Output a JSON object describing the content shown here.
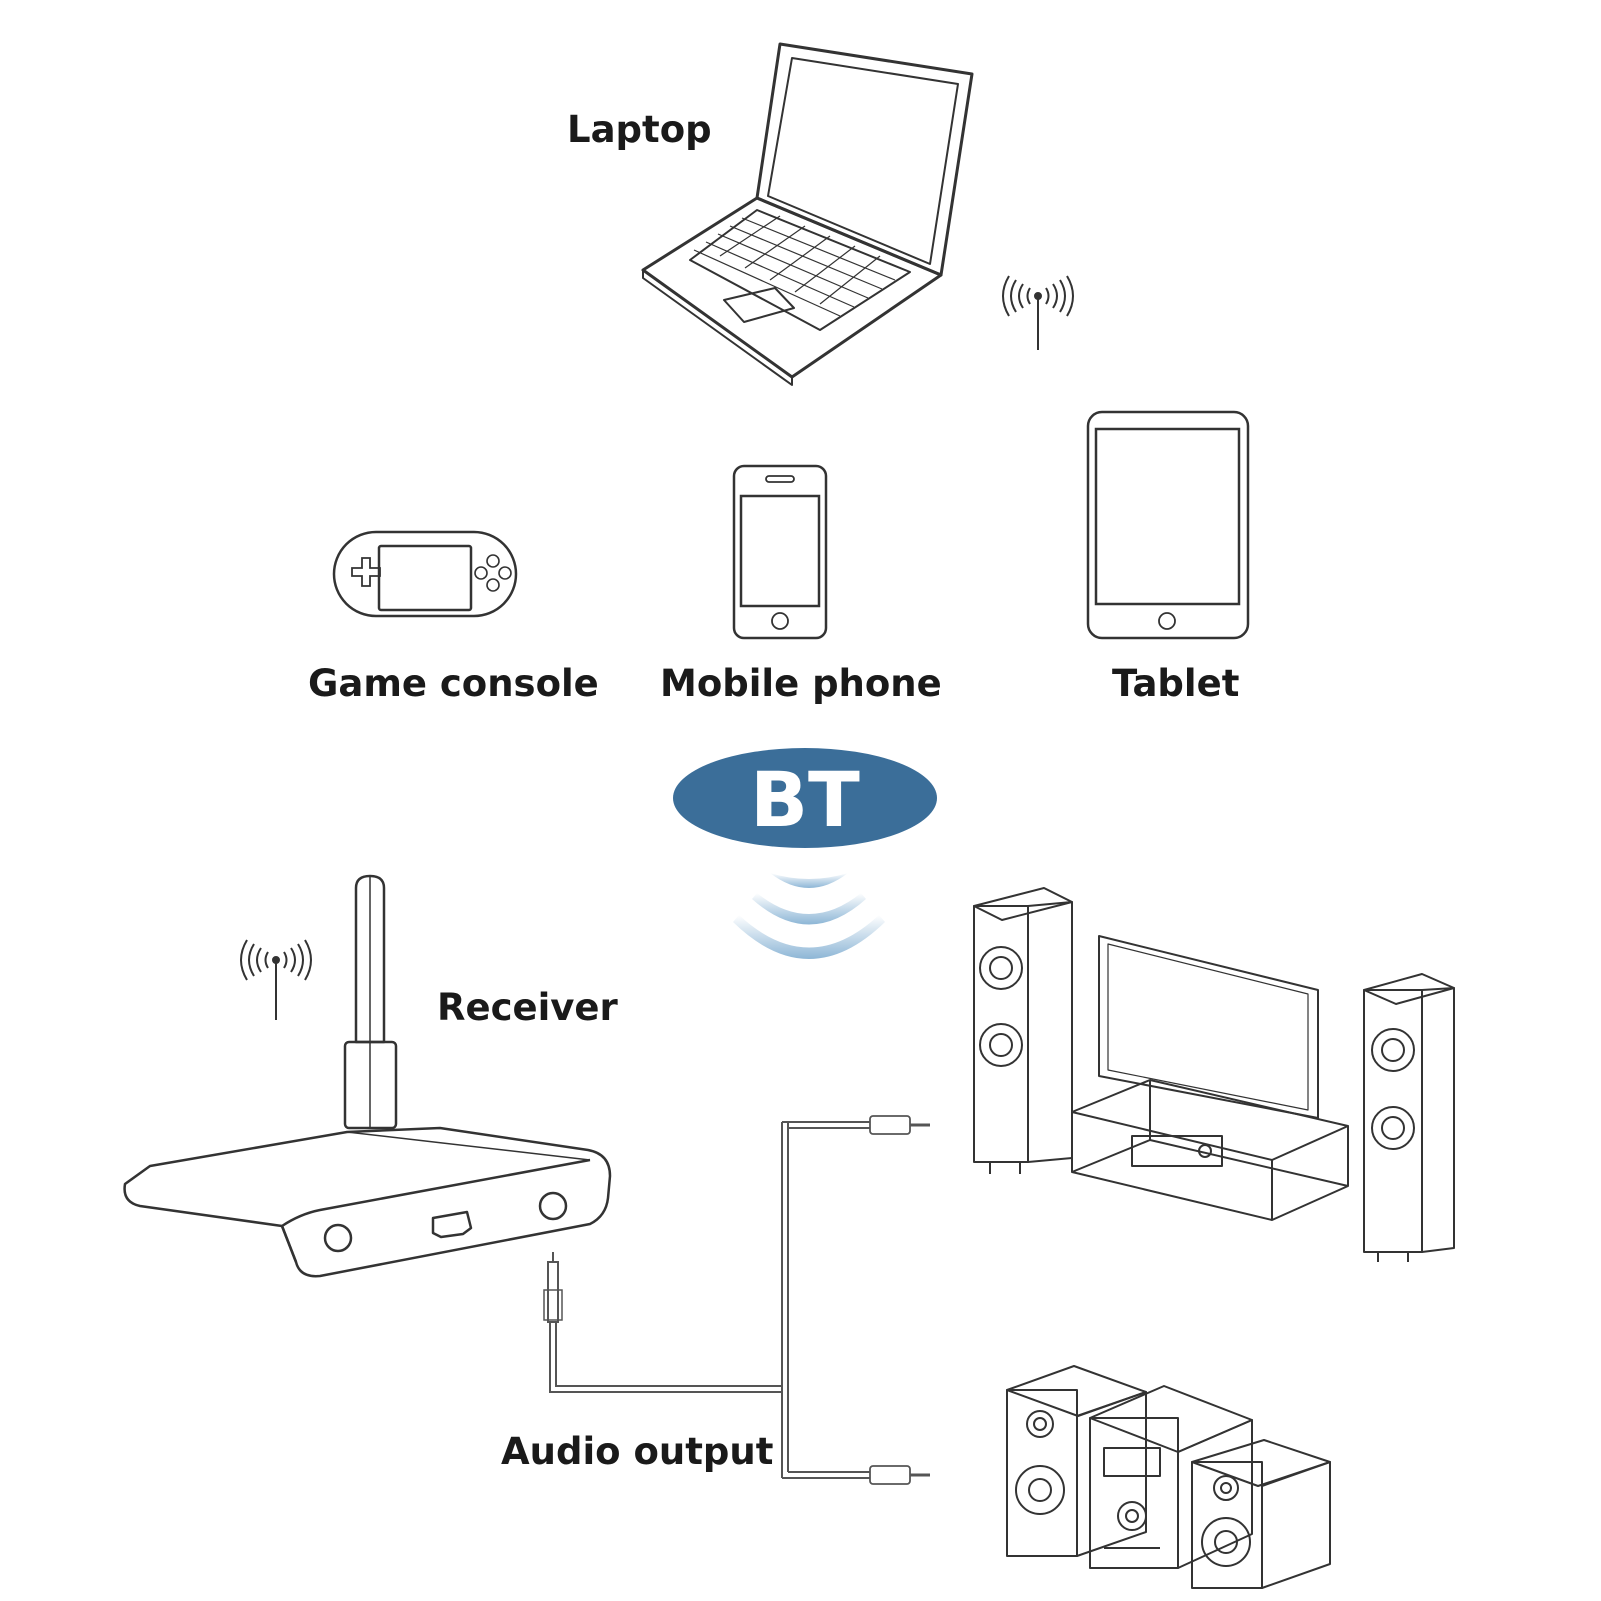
{
  "labels": {
    "laptop": "Laptop",
    "game_console": "Game console",
    "mobile_phone": "Mobile phone",
    "tablet": "Tablet",
    "receiver": "Receiver",
    "audio_output": "Audio output"
  },
  "bt_badge": {
    "text": "BT",
    "color": "#3b6e99"
  },
  "colors": {
    "line": "#333333",
    "wave": "#9fc3de"
  }
}
